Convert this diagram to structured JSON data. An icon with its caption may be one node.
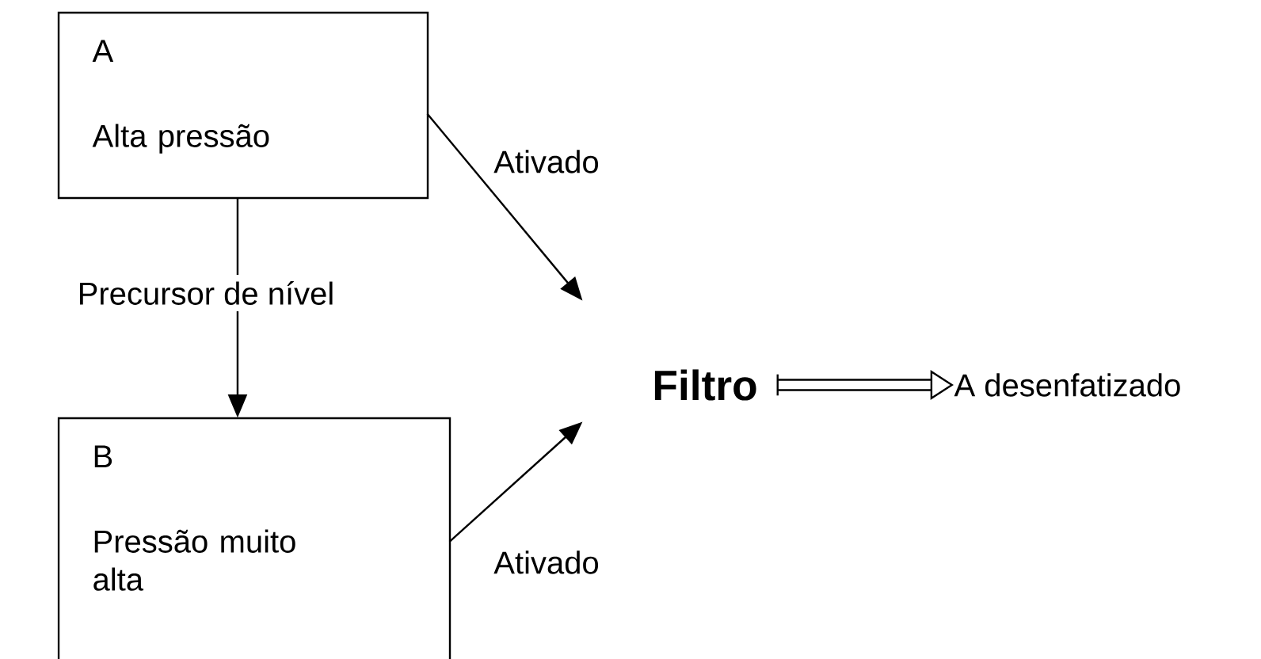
{
  "diagram": {
    "nodes": [
      {
        "text": [
          "A",
          "Alta pressão"
        ]
      },
      {
        "text": [
          "B",
          "Pressão muito alta"
        ]
      },
      {
        "text": [
          "Filtro"
        ]
      },
      {
        "text": [
          "A desenfatizado"
        ]
      }
    ],
    "edges": [
      {
        "from": 0,
        "to": 1,
        "arrow": "to",
        "label": "Precursor de nível"
      },
      {
        "from": 0,
        "to": 2,
        "arrow": "to",
        "label": "Ativado"
      },
      {
        "from": 1,
        "to": 2,
        "arrow": "to",
        "label": "Ativado"
      },
      {
        "from": 2,
        "to": 3,
        "arrow": "to",
        "style": "thick"
      }
    ]
  }
}
